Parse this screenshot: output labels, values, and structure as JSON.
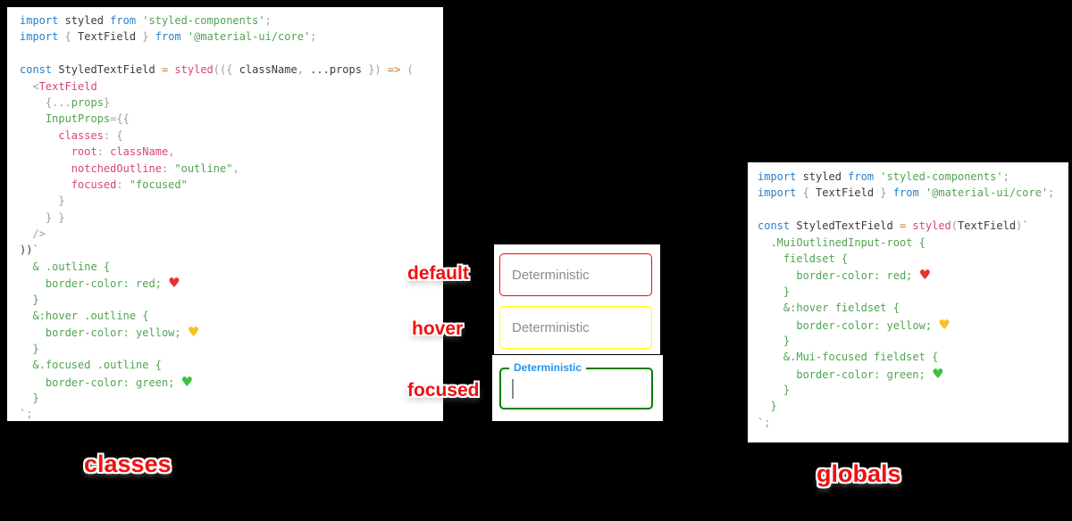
{
  "background_color": "#000000",
  "palette": {
    "keyword_blue": "#2a7fc9",
    "plain_text": "#3b3b3b",
    "string_green": "#52a352",
    "component_pink": "#d6457f",
    "operator_orange": "#bd7d2c",
    "punctuation_gray": "#9e9e9e",
    "annotation_red": "#ee1111",
    "mui_label_blue": "#2196f3"
  },
  "annotations": {
    "default_label": "default",
    "hover_label": "hover",
    "focused_label": "focused",
    "classes_label": "classes",
    "globals_label": "globals"
  },
  "textfields": {
    "default": {
      "placeholder": "Deterministic",
      "border_hex": "#ff0000",
      "border_name": "red"
    },
    "hover": {
      "placeholder": "Deterministic",
      "border_hex": "#ffff00",
      "border_name": "yellow"
    },
    "focused": {
      "label": "Deterministic",
      "border_hex": "#008000",
      "border_name": "green",
      "label_hex": "#2196f3"
    }
  },
  "code_classes": {
    "lines": [
      [
        [
          "kw",
          "import"
        ],
        [
          "pl",
          " styled "
        ],
        [
          "kw",
          "from"
        ],
        [
          "str",
          " 'styled-components'"
        ],
        [
          "gr",
          ";"
        ]
      ],
      [
        [
          "kw",
          "import"
        ],
        [
          "gr",
          " { "
        ],
        [
          "pl",
          "TextField"
        ],
        [
          "gr",
          " } "
        ],
        [
          "kw",
          "from"
        ],
        [
          "str",
          " '@material-ui/core'"
        ],
        [
          "gr",
          ";"
        ]
      ],
      [],
      [
        [
          "kw",
          "const"
        ],
        [
          "pl",
          " StyledTextField "
        ],
        [
          "or",
          "="
        ],
        [
          "pl",
          " "
        ],
        [
          "pk",
          "styled"
        ],
        [
          "gr",
          "(({ "
        ],
        [
          "pl",
          "className"
        ],
        [
          "gr",
          ", "
        ],
        [
          "pl",
          "...props"
        ],
        [
          "gr",
          " }) "
        ],
        [
          "or",
          "=>"
        ],
        [
          "gr",
          " ("
        ]
      ],
      [
        [
          "gr",
          "  <"
        ],
        [
          "pk",
          "TextField"
        ]
      ],
      [
        [
          "gr",
          "    {..."
        ],
        [
          "str",
          "props"
        ],
        [
          "gr",
          "}"
        ]
      ],
      [
        [
          "str",
          "    InputProps"
        ],
        [
          "gr",
          "={{"
        ]
      ],
      [
        [
          "pk",
          "      classes"
        ],
        [
          "gr",
          ": {"
        ]
      ],
      [
        [
          "pk",
          "        root"
        ],
        [
          "gr",
          ": "
        ],
        [
          "pk",
          "className"
        ],
        [
          "gr",
          ","
        ]
      ],
      [
        [
          "pk",
          "        notchedOutline"
        ],
        [
          "gr",
          ": "
        ],
        [
          "str",
          "\"outline\""
        ],
        [
          "gr",
          ","
        ]
      ],
      [
        [
          "pk",
          "        focused"
        ],
        [
          "gr",
          ": "
        ],
        [
          "str",
          "\"focused\""
        ]
      ],
      [
        [
          "gr",
          "      }"
        ]
      ],
      [
        [
          "gr",
          "    } }"
        ]
      ],
      [
        [
          "gr",
          "  />"
        ]
      ],
      [
        [
          "pl",
          "))"
        ],
        [
          "str",
          "`"
        ]
      ],
      [
        [
          "str",
          "  & .outline {"
        ]
      ],
      [
        [
          "str",
          "    border-color: red; "
        ],
        [
          "heartRed",
          "♥",
          "heart-red"
        ]
      ],
      [
        [
          "str",
          "  }"
        ]
      ],
      [
        [
          "str",
          "  &:hover .outline {"
        ]
      ],
      [
        [
          "str",
          "    border-color: yellow; "
        ],
        [
          "heartYellow",
          "♥",
          "heart-yellow"
        ]
      ],
      [
        [
          "str",
          "  }"
        ]
      ],
      [
        [
          "str",
          "  &.focused .outline {"
        ]
      ],
      [
        [
          "str",
          "    border-color: green; "
        ],
        [
          "heartGreen",
          "♥",
          "heart-green"
        ]
      ],
      [
        [
          "str",
          "  }"
        ]
      ],
      [
        [
          "str",
          "`"
        ],
        [
          "gr",
          ";"
        ]
      ]
    ]
  },
  "code_globals": {
    "lines": [
      [
        [
          "kw",
          "import"
        ],
        [
          "pl",
          " styled "
        ],
        [
          "kw",
          "from"
        ],
        [
          "str",
          " 'styled-components'"
        ],
        [
          "gr",
          ";"
        ]
      ],
      [
        [
          "kw",
          "import"
        ],
        [
          "gr",
          " { "
        ],
        [
          "pl",
          "TextField"
        ],
        [
          "gr",
          " } "
        ],
        [
          "kw",
          "from"
        ],
        [
          "str",
          " '@material-ui/core'"
        ],
        [
          "gr",
          ";"
        ]
      ],
      [],
      [
        [
          "kw",
          "const"
        ],
        [
          "pl",
          " StyledTextField "
        ],
        [
          "or",
          "="
        ],
        [
          "pl",
          " "
        ],
        [
          "pk",
          "styled"
        ],
        [
          "gr",
          "("
        ],
        [
          "pl",
          "TextField"
        ],
        [
          "gr",
          ")"
        ],
        [
          "str",
          "`"
        ]
      ],
      [
        [
          "str",
          "  .MuiOutlinedInput-root {"
        ]
      ],
      [
        [
          "str",
          "    fieldset {"
        ]
      ],
      [
        [
          "str",
          "      border-color: red; "
        ],
        [
          "heartRed",
          "♥",
          "heart-red"
        ]
      ],
      [
        [
          "str",
          "    }"
        ]
      ],
      [
        [
          "str",
          "    &:hover fieldset {"
        ]
      ],
      [
        [
          "str",
          "      border-color: yellow; "
        ],
        [
          "heartYellow",
          "♥",
          "heart-yellow"
        ]
      ],
      [
        [
          "str",
          "    }"
        ]
      ],
      [
        [
          "str",
          "    &.Mui-focused fieldset {"
        ]
      ],
      [
        [
          "str",
          "      border-color: green; "
        ],
        [
          "heartGreen",
          "♥",
          "heart-green"
        ]
      ],
      [
        [
          "str",
          "    }"
        ]
      ],
      [
        [
          "str",
          "  }"
        ]
      ],
      [
        [
          "str",
          "`"
        ],
        [
          "gr",
          ";"
        ]
      ]
    ]
  }
}
